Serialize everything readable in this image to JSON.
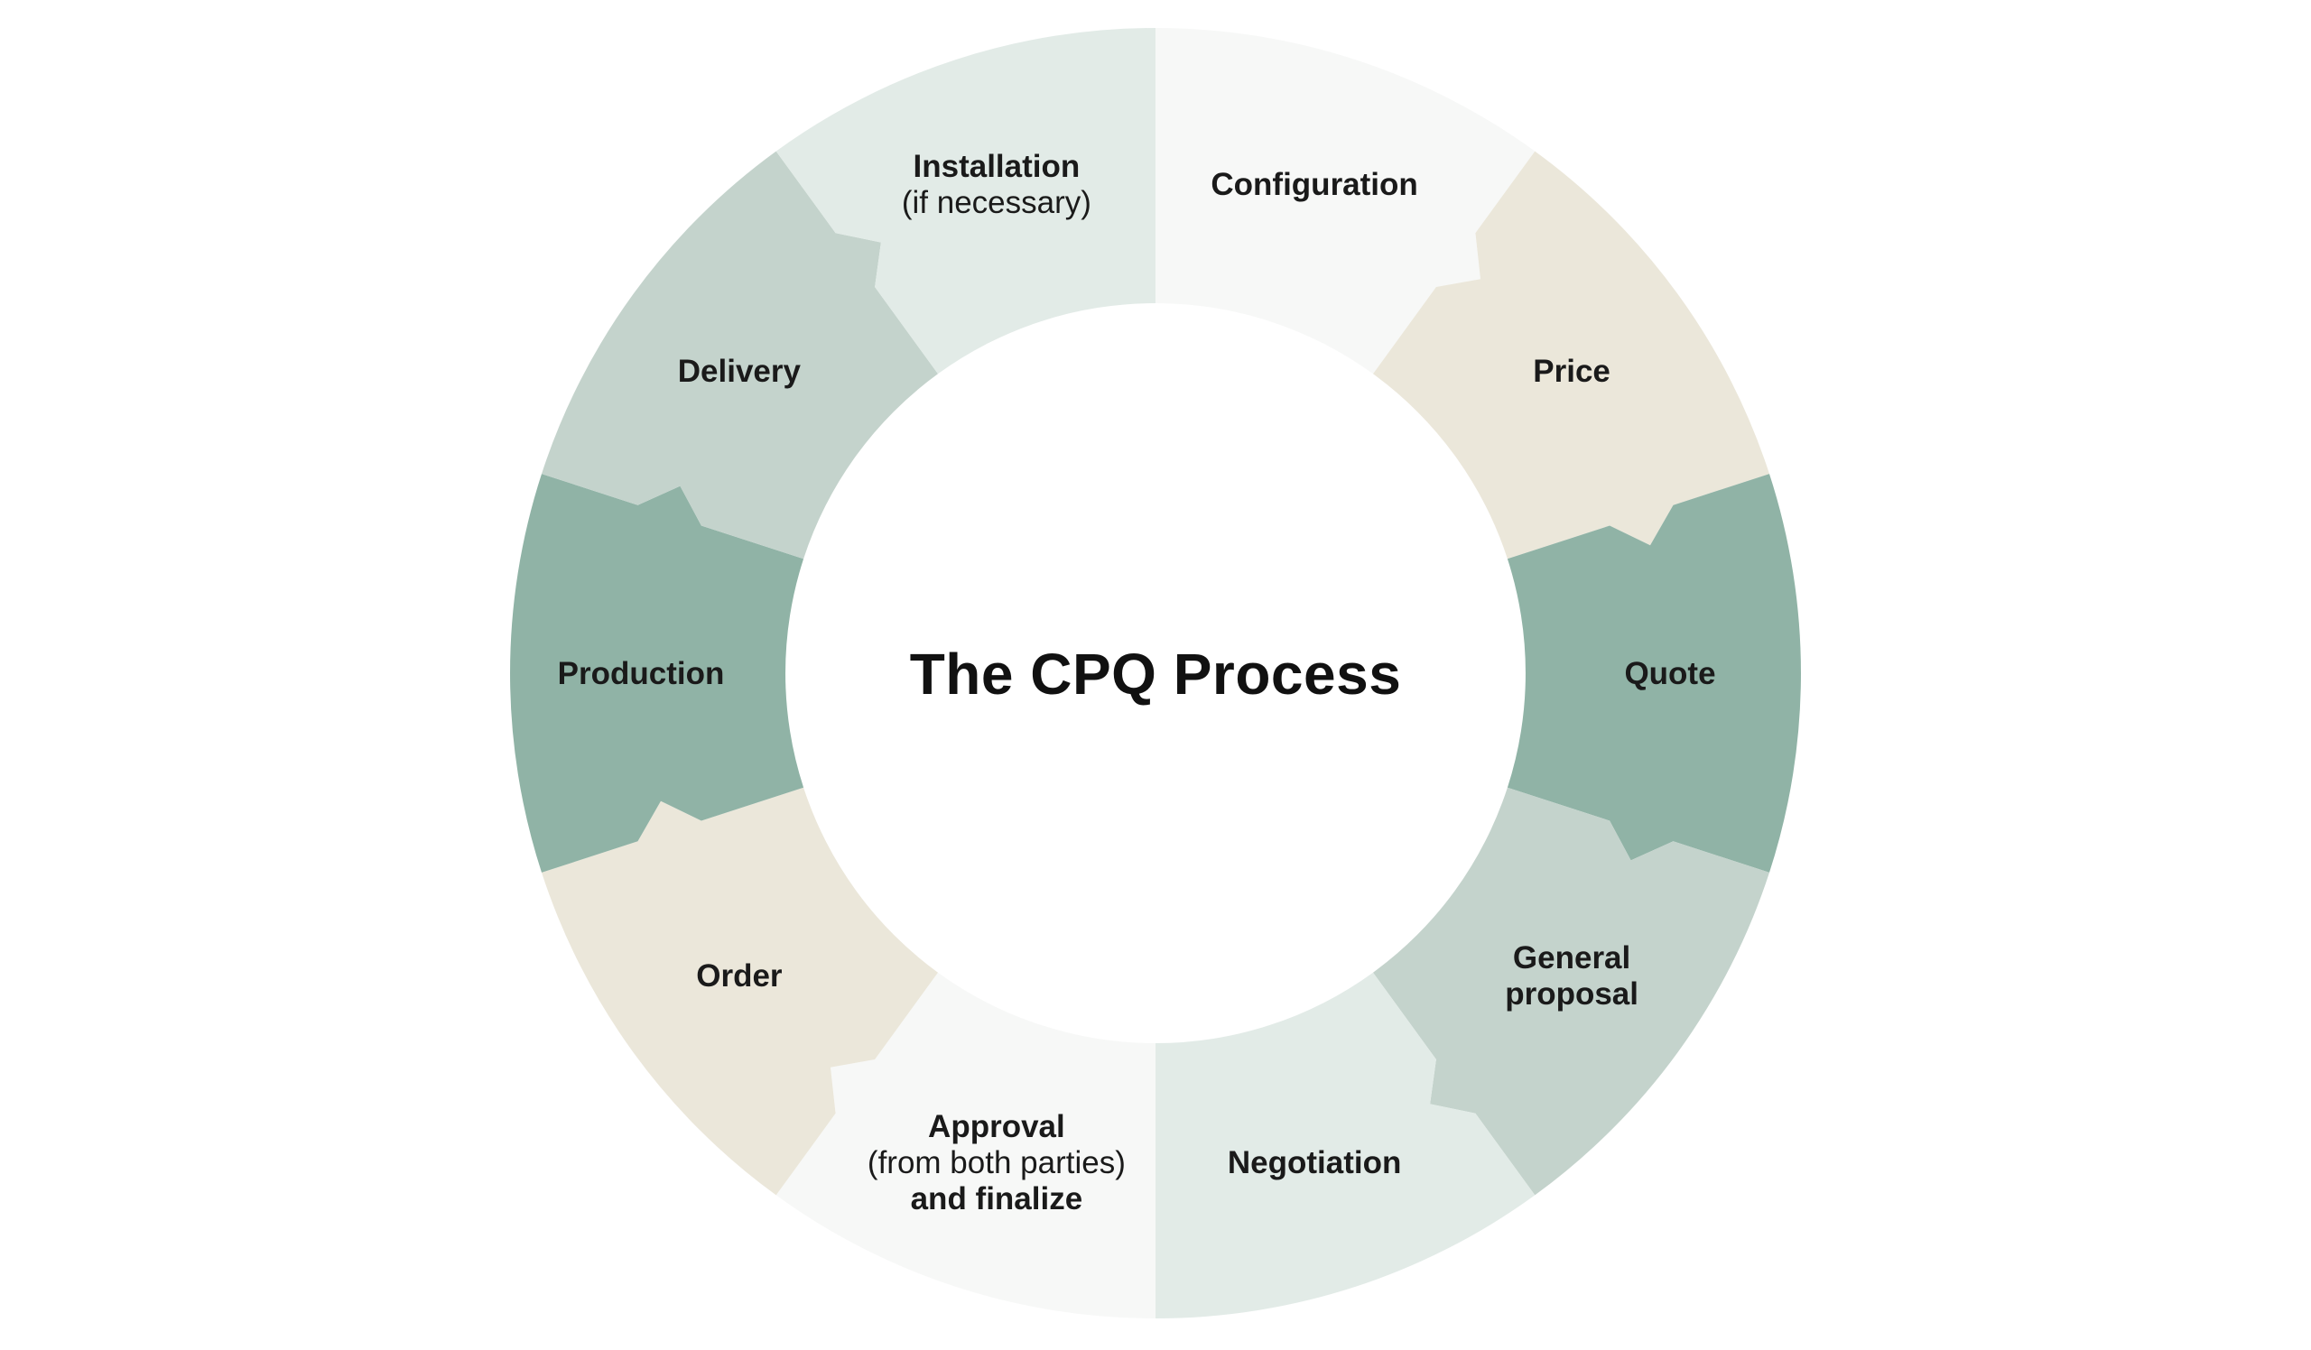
{
  "page": {
    "background_color": "#ffffff",
    "text_color": "#1a1a1a",
    "title_color": "#111111"
  },
  "chart_data": {
    "type": "pie",
    "variant": "cycle-donut-arrows",
    "title": "The CPQ Process",
    "direction": "clockwise",
    "start_angle_deg": 0,
    "segment_angle_deg": 36,
    "straight_boundaries_deg": [
      0,
      180
    ],
    "center_fill": "#ffffff",
    "palette": {
      "near_white": "#f7f8f7",
      "beige": "#ebe7da",
      "sage": "#90b3a6",
      "light_sage": "#c4d3cc",
      "pale_green": "#e2ebe7"
    },
    "segments": [
      {
        "label": "Configuration",
        "color": "#f7f8f7",
        "value": 1,
        "lines": [
          {
            "text": "Configuration",
            "bold": true
          }
        ]
      },
      {
        "label": "Price",
        "color": "#ebe7da",
        "value": 1,
        "lines": [
          {
            "text": "Price",
            "bold": true
          }
        ]
      },
      {
        "label": "Quote",
        "color": "#90b3a6",
        "value": 1,
        "lines": [
          {
            "text": "Quote",
            "bold": true
          }
        ]
      },
      {
        "label": "General proposal",
        "color": "#c4d3cc",
        "value": 1,
        "lines": [
          {
            "text": "General",
            "bold": true
          },
          {
            "text": "proposal",
            "bold": true
          }
        ]
      },
      {
        "label": "Negotiation",
        "color": "#e2ebe7",
        "value": 1,
        "lines": [
          {
            "text": "Negotiation",
            "bold": true
          }
        ]
      },
      {
        "label": "Approval (from both parties) and finalize",
        "color": "#f7f8f7",
        "value": 1,
        "lines": [
          {
            "text": "Approval",
            "bold": true
          },
          {
            "text": "(from both parties)",
            "bold": false
          },
          {
            "text": "and finalize",
            "bold": true
          }
        ]
      },
      {
        "label": "Order",
        "color": "#ebe7da",
        "value": 1,
        "lines": [
          {
            "text": "Order",
            "bold": true
          }
        ]
      },
      {
        "label": "Production",
        "color": "#90b3a6",
        "value": 1,
        "lines": [
          {
            "text": "Production",
            "bold": true
          }
        ]
      },
      {
        "label": "Delivery",
        "color": "#c4d3cc",
        "value": 1,
        "lines": [
          {
            "text": "Delivery",
            "bold": true
          }
        ]
      },
      {
        "label": "Installation (if necessary)",
        "color": "#e2ebe7",
        "value": 1,
        "lines": [
          {
            "text": "Installation",
            "bold": true
          },
          {
            "text": "(if necessary)",
            "bold": false
          }
        ]
      }
    ]
  }
}
